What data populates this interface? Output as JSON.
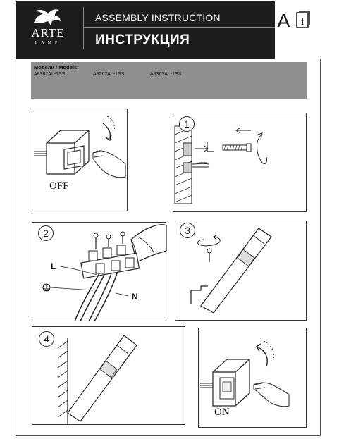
{
  "header": {
    "brand": "ARTE",
    "brand_sub": "LAMP",
    "title_en": "ASSEMBLY INSTRUCTION",
    "title_ru": "ИНСТРУКЦИЯ",
    "lang": "A",
    "book_letter": "i"
  },
  "models": {
    "label": "Модели / Models:",
    "items": [
      "A8382AL-1SS",
      "A8262AL-1SS",
      "A8363AL-1SS"
    ]
  },
  "steps": {
    "off_label": "OFF",
    "on_label": "ON",
    "step1": "1",
    "step2": "2",
    "step3": "3",
    "step4": "4",
    "wire_l": "L",
    "wire_n": "N"
  }
}
